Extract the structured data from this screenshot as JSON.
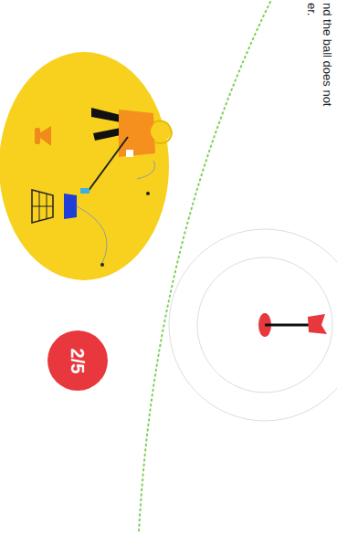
{
  "diagram": {
    "nodes": [
      {
        "text": [
          "2/5"
        ]
      }
    ],
    "labels": [
      "nd the ball does not",
      "er."
    ]
  }
}
